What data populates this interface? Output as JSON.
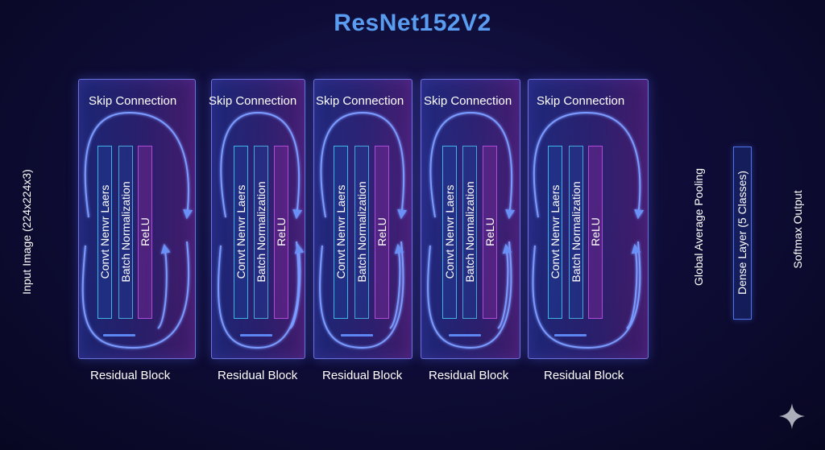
{
  "title": "ResNet152V2",
  "input_label": "Input Image (224x224x3)",
  "skip_label": "Skip Connection",
  "residual_label": "Residual Block",
  "layers": {
    "conv": "Convt Nenvr Laers",
    "bn": "Batch Normalization",
    "relu": "ReLU"
  },
  "blocks": [
    {
      "id": 1
    },
    {
      "id": 2
    },
    {
      "id": 3
    },
    {
      "id": 4
    },
    {
      "id": 5
    }
  ],
  "gap_label": "Global Average Pooling",
  "dense_label": "Dense Layer (5 Classes)",
  "output_label": "Softmax Output",
  "colors": {
    "title": "#5a9cf0",
    "arrow": "#5e86f2",
    "conv_border": "#3fb4e8",
    "relu_border": "#b04ad8"
  },
  "icons": {
    "corner": "sparkle-icon"
  }
}
